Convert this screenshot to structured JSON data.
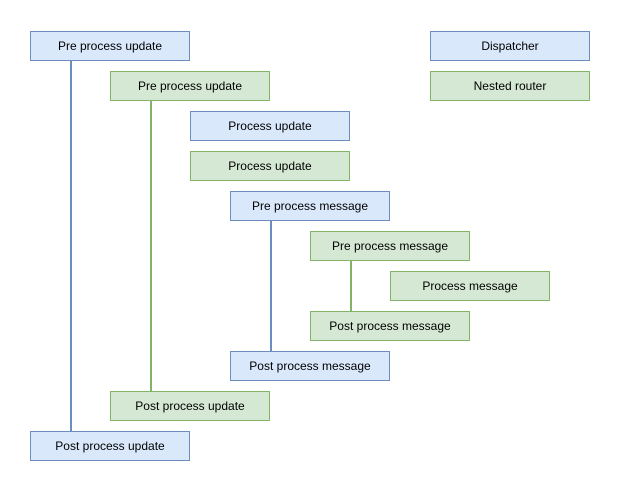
{
  "diagram": {
    "nodes": [
      {
        "id": "pre_process_update_dispatcher",
        "label": "Pre process update",
        "group": "dispatcher"
      },
      {
        "id": "dispatcher_legend",
        "label": "Dispatcher",
        "group": "dispatcher"
      },
      {
        "id": "pre_process_update_router",
        "label": "Pre process update",
        "group": "nested-router"
      },
      {
        "id": "nested_router_legend",
        "label": "Nested router",
        "group": "nested-router"
      },
      {
        "id": "process_update_dispatcher",
        "label": "Process update",
        "group": "dispatcher"
      },
      {
        "id": "process_update_router",
        "label": "Process update",
        "group": "nested-router"
      },
      {
        "id": "pre_process_message_dispatcher",
        "label": "Pre process message",
        "group": "dispatcher"
      },
      {
        "id": "pre_process_message_router",
        "label": "Pre process message",
        "group": "nested-router"
      },
      {
        "id": "process_message_router",
        "label": "Process message",
        "group": "nested-router"
      },
      {
        "id": "post_process_message_router",
        "label": "Post process message",
        "group": "nested-router"
      },
      {
        "id": "post_process_message_dispatcher",
        "label": "Post process message",
        "group": "dispatcher"
      },
      {
        "id": "post_process_update_router",
        "label": "Post process update",
        "group": "nested-router"
      },
      {
        "id": "post_process_update_dispatcher",
        "label": "Post process update",
        "group": "dispatcher"
      }
    ],
    "connectors": [
      {
        "from": "pre_process_update_dispatcher",
        "to": "post_process_update_dispatcher",
        "color": "blue"
      },
      {
        "from": "pre_process_update_router",
        "to": "post_process_update_router",
        "color": "green"
      },
      {
        "from": "pre_process_message_dispatcher",
        "to": "post_process_message_dispatcher",
        "color": "blue"
      },
      {
        "from": "pre_process_message_router",
        "to": "post_process_message_router",
        "color": "green"
      }
    ]
  },
  "colors": {
    "blue_fill": "#dae8fc",
    "blue_stroke": "#6c8ebf",
    "green_fill": "#d5e8d4",
    "green_stroke": "#82b366",
    "text": "#000000",
    "background": "#ffffff"
  }
}
